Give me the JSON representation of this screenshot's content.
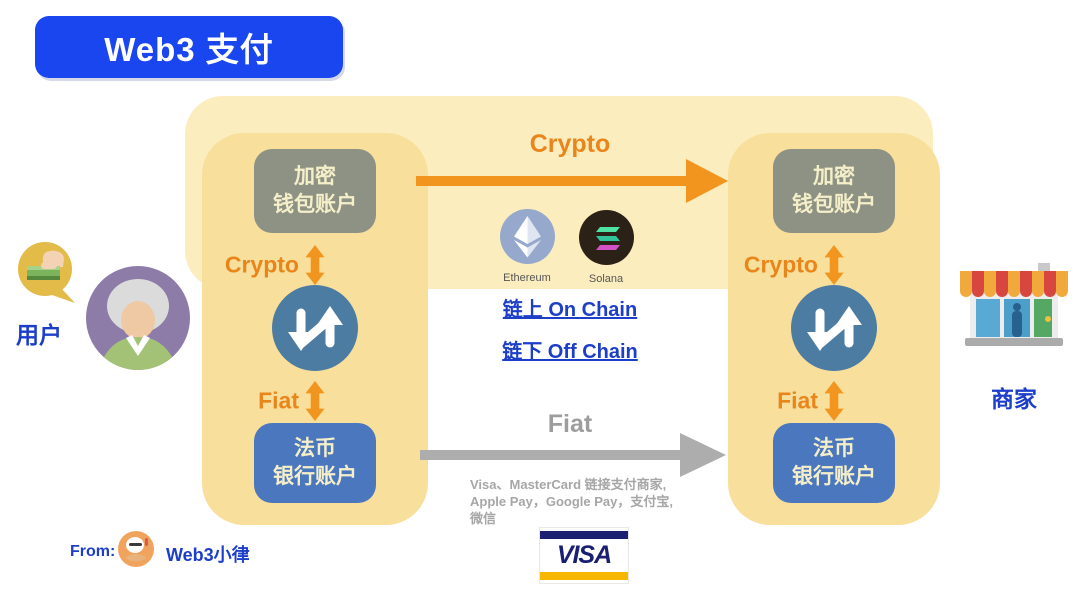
{
  "title": "Web3 支付",
  "accounts": {
    "wallet_line1": "加密",
    "wallet_line2": "钱包账户",
    "bank_line1": "法币",
    "bank_line2": "银行账户",
    "crypto_label": "Crypto",
    "fiat_label": "Fiat"
  },
  "flows": {
    "crypto_flow_label": "Crypto",
    "fiat_flow_label": "Fiat",
    "on_chain_label": "链上 On Chain",
    "off_chain_label": "链下 Off Chain",
    "fiat_note_line1": "Visa、MasterCard 链接支付商家,",
    "fiat_note_line2": "Apple Pay，Google Pay，支付宝,",
    "fiat_note_line3": "微信",
    "visa_logo_text": "VISA"
  },
  "chains": [
    {
      "name": "Ethereum"
    },
    {
      "name": "Solana"
    }
  ],
  "actors": {
    "user_label": "用户",
    "merchant_label": "商家"
  },
  "footer": {
    "from_label": "From:",
    "brand": "Web3小律"
  },
  "colors": {
    "title_blue": "#1A46F0",
    "band_yellow": "#FCEDBF",
    "panel_yellow": "#F8DF9C",
    "gray_box": "#8D9284",
    "blue_box": "#4B77BE",
    "box_text_cream": "#F5EFC9",
    "orange": "#F2951F",
    "teal_circle": "#4C7CA2",
    "blue_text": "#1C3EC9",
    "gray_arrow": "#ADADAD",
    "visa_navy": "#1A1F71",
    "visa_gold": "#F7B600"
  }
}
